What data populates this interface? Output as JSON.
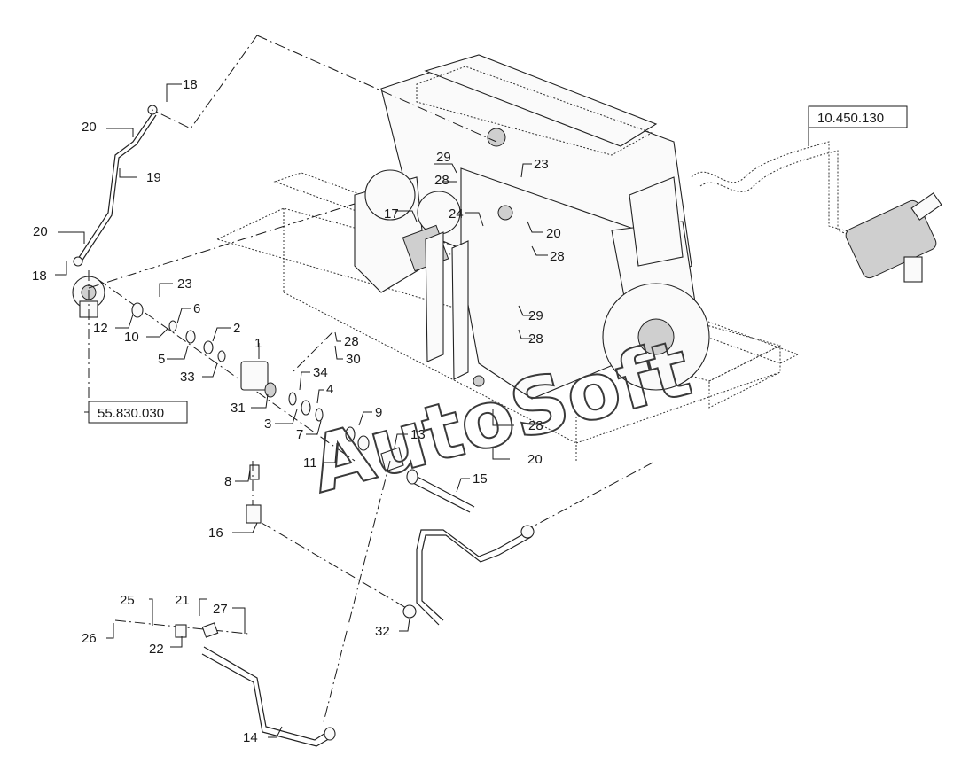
{
  "diagram": {
    "callouts": [
      {
        "id": "c18a",
        "text": "18"
      },
      {
        "id": "c20a",
        "text": "20"
      },
      {
        "id": "c19",
        "text": "19"
      },
      {
        "id": "c20b",
        "text": "20"
      },
      {
        "id": "c18b",
        "text": "18"
      },
      {
        "id": "c23a",
        "text": "23"
      },
      {
        "id": "c12",
        "text": "12"
      },
      {
        "id": "c6",
        "text": "6"
      },
      {
        "id": "c10",
        "text": "10"
      },
      {
        "id": "c2",
        "text": "2"
      },
      {
        "id": "c5",
        "text": "5"
      },
      {
        "id": "c33",
        "text": "33"
      },
      {
        "id": "c1",
        "text": "1"
      },
      {
        "id": "c31",
        "text": "31"
      },
      {
        "id": "c34",
        "text": "34"
      },
      {
        "id": "c4",
        "text": "4"
      },
      {
        "id": "c3",
        "text": "3"
      },
      {
        "id": "c9",
        "text": "9"
      },
      {
        "id": "c7",
        "text": "7"
      },
      {
        "id": "c11",
        "text": "11"
      },
      {
        "id": "c13",
        "text": "13"
      },
      {
        "id": "c8",
        "text": "8"
      },
      {
        "id": "c15",
        "text": "15"
      },
      {
        "id": "c16",
        "text": "16"
      },
      {
        "id": "c28a",
        "text": "28"
      },
      {
        "id": "c30",
        "text": "30"
      },
      {
        "id": "c29a",
        "text": "29"
      },
      {
        "id": "c28b",
        "text": "28"
      },
      {
        "id": "c23b",
        "text": "23"
      },
      {
        "id": "c17",
        "text": "17"
      },
      {
        "id": "c24",
        "text": "24"
      },
      {
        "id": "c20c",
        "text": "20"
      },
      {
        "id": "c28c",
        "text": "28"
      },
      {
        "id": "c29b",
        "text": "29"
      },
      {
        "id": "c28d",
        "text": "28"
      },
      {
        "id": "c28e",
        "text": "28"
      },
      {
        "id": "c20d",
        "text": "20"
      },
      {
        "id": "c25",
        "text": "25"
      },
      {
        "id": "c21",
        "text": "21"
      },
      {
        "id": "c27",
        "text": "27"
      },
      {
        "id": "c26",
        "text": "26"
      },
      {
        "id": "c22",
        "text": "22"
      },
      {
        "id": "c32",
        "text": "32"
      },
      {
        "id": "c14",
        "text": "14"
      }
    ],
    "references": [
      {
        "id": "ref1",
        "text": "10.450.130"
      },
      {
        "id": "ref2",
        "text": "55.830.030"
      }
    ],
    "watermark": "AutoSoft"
  }
}
